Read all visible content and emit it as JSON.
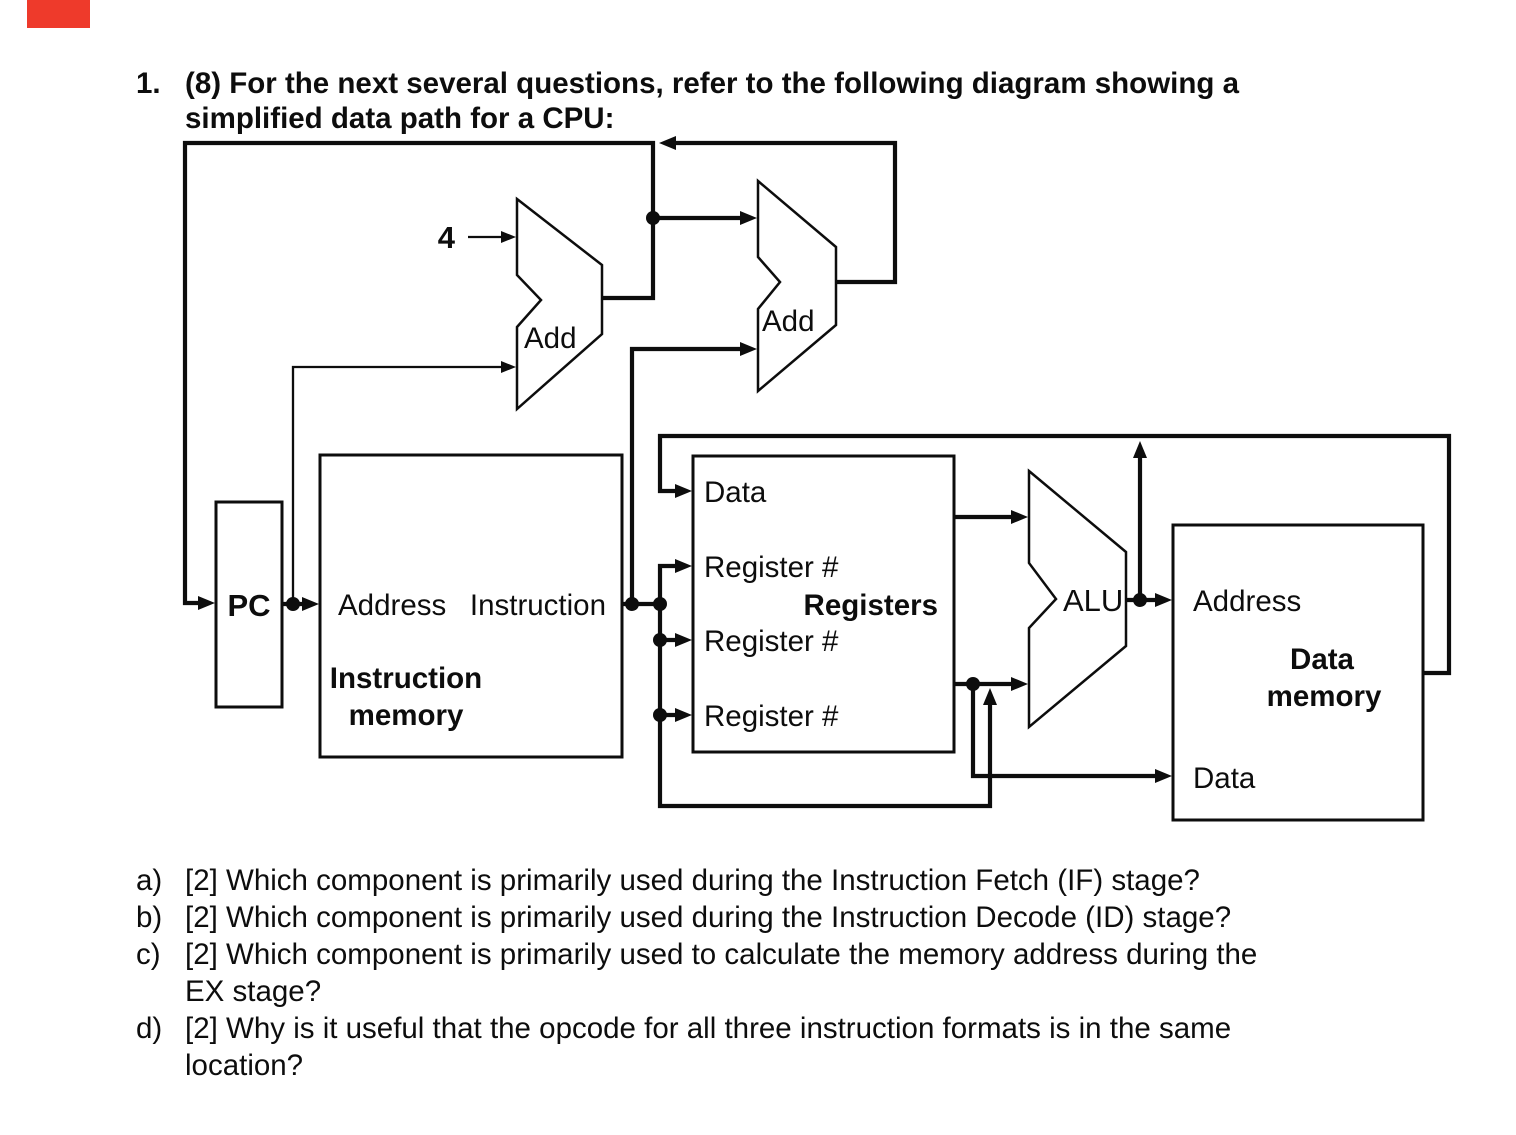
{
  "marker_color": "#ee3a2b",
  "ink_color": "#0d0d0d",
  "background_color": "#ffffff",
  "title": {
    "number": "1.",
    "lines": [
      "(8) For the next several questions, refer to the following diagram showing a",
      "simplified data path for a CPU:"
    ]
  },
  "diagram": {
    "constant_four": "4",
    "adder_top": {
      "label": "Add"
    },
    "adder_branch": {
      "label": "Add"
    },
    "pc": {
      "label": "PC"
    },
    "instruction_memory": {
      "port_address": "Address",
      "port_instruction": "Instruction",
      "name_line1": "Instruction",
      "name_line2": "memory"
    },
    "registers": {
      "port_data": "Data",
      "port_register1": "Register #",
      "port_register2": "Register #",
      "port_register3": "Register #",
      "name": "Registers"
    },
    "alu": {
      "label": "ALU"
    },
    "data_memory": {
      "port_address": "Address",
      "name_line1": "Data",
      "name_line2": "memory",
      "port_data": "Data"
    }
  },
  "questions": {
    "items": [
      {
        "label": "a)",
        "lines": [
          "[2] Which component is primarily used during the Instruction Fetch (IF) stage?"
        ]
      },
      {
        "label": "b)",
        "lines": [
          "[2] Which component is primarily used during the Instruction Decode (ID) stage?"
        ]
      },
      {
        "label": "c)",
        "lines": [
          "[2] Which component is primarily used to calculate the memory address during the",
          "EX stage?"
        ]
      },
      {
        "label": "d)",
        "lines": [
          "[2] Why is it useful that the opcode for all three instruction formats is in the same",
          "location?"
        ]
      }
    ]
  }
}
